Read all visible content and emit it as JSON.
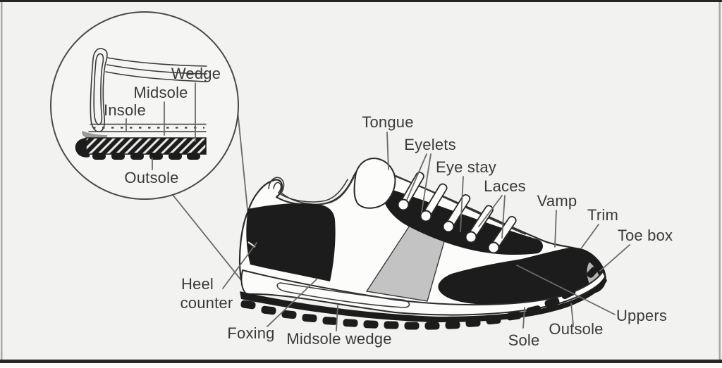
{
  "figure": {
    "type": "labeled-diagram",
    "subject": "running-shoe-anatomy",
    "colors": {
      "background": "#f2f2f0",
      "ink": "#1c1c1c",
      "outline": "#2b2b2b",
      "pointer_line": "#6a6a6a",
      "label_text": "#3a3a3a",
      "stripe_gray": "#c3c3c3",
      "toe_cap_gray": "#b6b6b6",
      "shoe_white": "#fcfcfb",
      "frame_dark": "#262626",
      "frame_side": "#a8a8a8"
    },
    "inset": {
      "labels": {
        "wedge": "Wedge",
        "midsole": "Midsole",
        "insole": "Insole",
        "outsole": "Outsole"
      }
    },
    "shoe": {
      "labels": {
        "tongue": "Tongue",
        "eyelets": "Eyelets",
        "eye_stay": "Eye stay",
        "laces": "Laces",
        "vamp": "Vamp",
        "trim": "Trim",
        "toe_box": "Toe box",
        "heel_line1": "Heel",
        "heel_line2": "counter",
        "foxing": "Foxing",
        "midsole_wedge": "Midsole wedge",
        "sole": "Sole",
        "outsole": "Outsole",
        "uppers": "Uppers"
      }
    }
  }
}
